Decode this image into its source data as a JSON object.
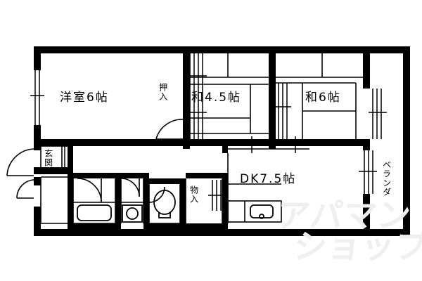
{
  "document": {
    "type": "floor-plan",
    "title": "賃貸間取図",
    "background_color": "#ffffff",
    "line_color": "#000000",
    "watermark_color": "#efefef"
  },
  "watermark": {
    "line1": "アパマン",
    "line2": "ショップ"
  },
  "rooms": [
    {
      "id": "western-room",
      "label": "洋室6帖",
      "type": "洋室",
      "size": "6帖",
      "orientation": "horizontal"
    },
    {
      "id": "closet-oshire",
      "label": "押入",
      "type": "押入",
      "size": "",
      "orientation": "vertical"
    },
    {
      "id": "washitsu-45",
      "label": "和4.5帖",
      "type": "和室",
      "size": "4.5帖",
      "orientation": "horizontal"
    },
    {
      "id": "washitsu-6",
      "label": "和6帖",
      "type": "和室",
      "size": "6帖",
      "orientation": "horizontal"
    },
    {
      "id": "dk",
      "label": "DK7.5帖",
      "type": "DK",
      "size": "7.5帖",
      "orientation": "horizontal"
    },
    {
      "id": "genkan",
      "label": "玄関",
      "type": "玄関",
      "size": "",
      "orientation": "vertical"
    },
    {
      "id": "monoire",
      "label": "物入",
      "type": "物入",
      "size": "",
      "orientation": "vertical"
    },
    {
      "id": "veranda",
      "label": "ベランダ",
      "type": "ベランダ",
      "size": "",
      "orientation": "vertical"
    }
  ],
  "fixtures": [
    {
      "id": "bathtub",
      "name": "bathtub-icon"
    },
    {
      "id": "washbasin",
      "name": "washbasin-icon"
    },
    {
      "id": "toilet",
      "name": "toilet-icon"
    },
    {
      "id": "kitchen-sink",
      "name": "kitchen-sink-icon"
    },
    {
      "id": "kitchen-counter",
      "name": "kitchen-counter-icon"
    }
  ],
  "openings": [
    {
      "id": "entrance-door",
      "name": "entrance-door-swing"
    },
    {
      "id": "bath-area-door",
      "name": "bath-area-door-swing"
    },
    {
      "id": "western-room-door",
      "name": "western-room-door-swing"
    },
    {
      "id": "bathroom-door",
      "name": "bathroom-door-swing"
    },
    {
      "id": "washroom-door",
      "name": "washroom-door-swing"
    },
    {
      "id": "dk-door",
      "name": "dk-door-swing"
    },
    {
      "id": "west-window",
      "name": "west-window"
    },
    {
      "id": "east-window",
      "name": "east-window"
    },
    {
      "id": "veranda-sliding-door",
      "name": "veranda-sliding-door"
    },
    {
      "id": "fusuma-oshire",
      "name": "fusuma-sliding-panel"
    },
    {
      "id": "shoji-south-45",
      "name": "shoji-sliding-panel"
    },
    {
      "id": "shoji-south-6",
      "name": "shoji-sliding-panel"
    }
  ]
}
